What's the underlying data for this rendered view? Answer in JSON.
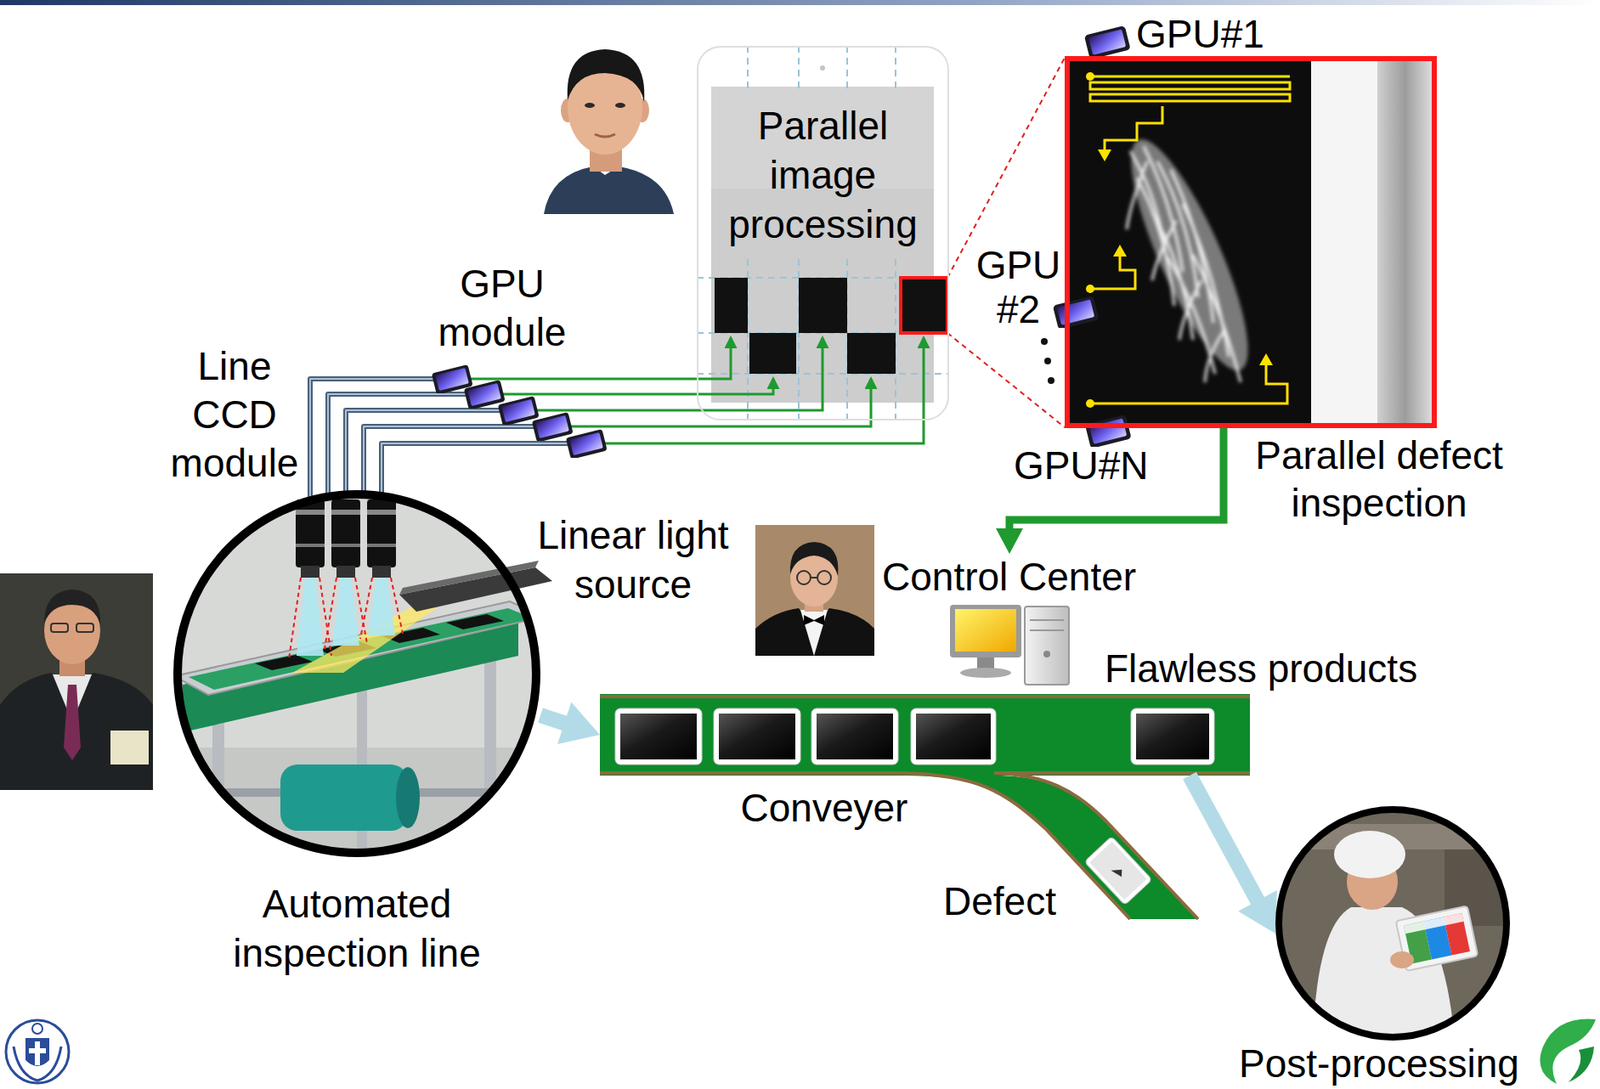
{
  "diagram": {
    "nodes": [
      {
        "text": [
          "Parallel image processing"
        ]
      },
      {
        "text": [
          "Parallel defect inspection"
        ]
      },
      {
        "text": [
          "Control Center"
        ]
      },
      {
        "text": [
          "Automated inspection line"
        ]
      },
      {
        "text": [
          "Conveyer"
        ]
      },
      {
        "text": [
          "Post-processing"
        ]
      }
    ],
    "edges": [
      {
        "from": 1,
        "to": 2,
        "arrow": "to"
      },
      {
        "from": 3,
        "to": 4,
        "arrow": "to"
      },
      {
        "from": 4,
        "to": 5,
        "arrow": "to"
      }
    ],
    "labels": [
      "GPU module",
      "Line CCD module",
      "Linear light source",
      "GPU#1",
      "GPU #2",
      "GPU#N",
      "Flawless products",
      "Defect"
    ]
  }
}
